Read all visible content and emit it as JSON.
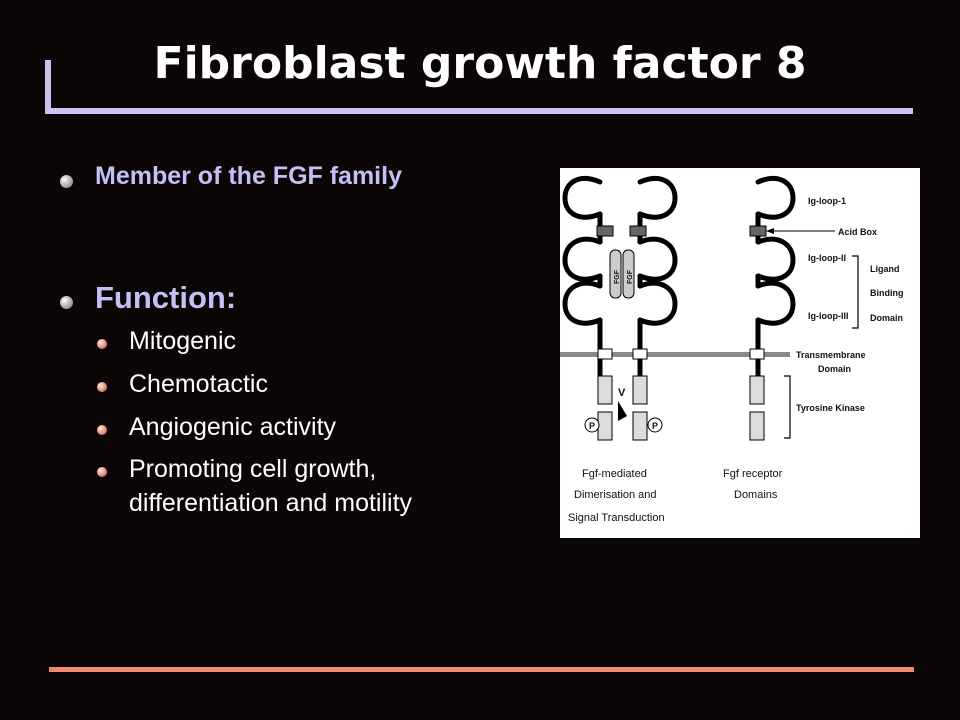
{
  "slide": {
    "title": "Fibroblast growth factor 8",
    "bullets": {
      "member": "Member of the FGF family",
      "function_heading": "Function:",
      "functions": [
        "Mitogenic",
        "Chemotactic",
        "Angiogenic activity",
        "Promoting cell growth,",
        "differentiation and motility"
      ]
    }
  },
  "figure": {
    "labels": {
      "ig_loop_1": "Ig-loop-1",
      "acid_box": "Acid Box",
      "ig_loop_2": "Ig-loop-II",
      "ig_loop_3": "Ig-loop-III",
      "ligand": "Ligand",
      "binding": "Binding",
      "domain": "Domain",
      "transmembrane": "Transmembrane",
      "transmembrane_domain": "Domain",
      "tyrosine_kinase": "Tyrosine Kinase",
      "fgf": "FGF",
      "phospho": "P",
      "arrow_mark": "V"
    },
    "captions": {
      "left_1": "Fgf-mediated",
      "left_2": "Dimerisation and",
      "left_3": "Signal Transduction",
      "right_1": "Fgf receptor",
      "right_2": "Domains"
    }
  }
}
